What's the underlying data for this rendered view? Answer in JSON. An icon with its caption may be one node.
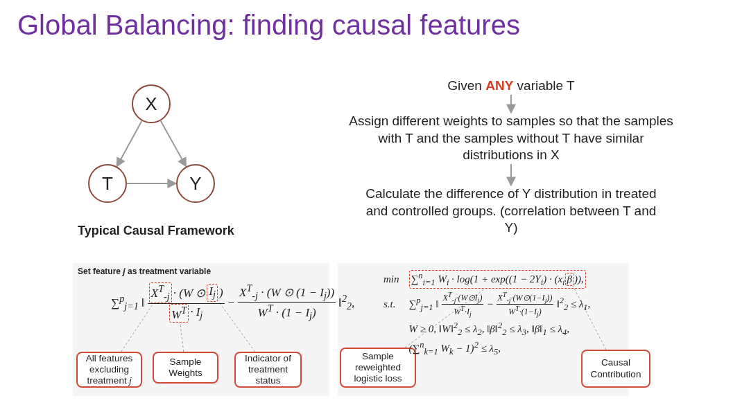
{
  "diagram": {
    "title": "Global Balancing: finding causal features",
    "nodes": [
      {
        "text": [
          "X"
        ]
      },
      {
        "text": [
          "T"
        ]
      },
      {
        "text": [
          "Y"
        ]
      },
      {
        "text": [
          "Given **ANY** variable T"
        ]
      },
      {
        "text": [
          "Assign different weights to samples so that the samples with T and the samples without T have similar distributions in X"
        ]
      },
      {
        "text": [
          "Calculate the difference of Y distribution in treated and controlled groups. (correlation between T and Y)"
        ]
      },
      {
        "text": [
          "X$^{T}$$_{-j}$"
        ]
      },
      {
        "text": [
          "I$_{j}$"
        ]
      },
      {
        "text": [
          "W$^{T}$"
        ]
      },
      {
        "text": [
          "All features excluding treatment *j*"
        ]
      },
      {
        "text": [
          "Sample Weights"
        ]
      },
      {
        "text": [
          "Indicator of treatment status"
        ]
      },
      {
        "text": [
          "∑$^{n}$$_{i=1}$ W$_{i}$ · log(1 + exp((1 − 2Y$_{i}$) · (x$_{i}$",
          ")),"
        ]
      },
      {
        "text": [
          "β"
        ],
        "in": 12
      },
      {
        "text": [
          "Sample reweighted logistic loss"
        ]
      },
      {
        "text": [
          "Causal Contribution"
        ]
      }
    ],
    "edges": [
      {
        "from": 0,
        "to": 1,
        "arrow": "to"
      },
      {
        "from": 0,
        "to": 2,
        "arrow": "to"
      },
      {
        "from": 1,
        "to": 2,
        "arrow": "to"
      },
      {
        "from": 3,
        "to": 4,
        "arrow": "to"
      },
      {
        "from": 4,
        "to": 5,
        "arrow": "to"
      },
      {
        "from": 9,
        "to": 6,
        "arrow": "none",
        "style": "dashed"
      },
      {
        "from": 10,
        "to": 8,
        "arrow": "none",
        "style": "dashed"
      },
      {
        "from": 11,
        "to": 7,
        "arrow": "none",
        "style": "dashed"
      },
      {
        "from": 14,
        "to": 12,
        "arrow": "none",
        "style": "dashed"
      },
      {
        "from": 15,
        "to": 13,
        "arrow": "none",
        "style": "dashed"
      }
    ],
    "labels": [
      "Typical Causal Framework",
      "Set feature *j* as treatment variable",
      "∑$^{p}$$_{j=1}$ ‖",
      "· (W ⊙",
      ")",
      "· I$_{j}$",
      "−",
      "X$^{T}$$_{-j}$ · (W ⊙ (1 − I$_{j}$))",
      "W$^{T}$ · (1 − I$_{j}$)",
      "‖$^{2}$$_{2}$,",
      "min",
      "s.t.",
      "∑$^{p}$$_{j=1}$ ‖",
      "X$^{T}$$_{-j}$·(W⊙I$_{j}$)",
      "W$^{T}$·I$_{j}$",
      "−",
      "X$^{T}$$_{-j}$·(W⊙(1−I$_{j}$))",
      "W$^{T}$·(1−I$_{j}$)",
      "‖$^{2}$$_{2}$ ≤ λ$_{1}$,",
      "W ≥ 0, ‖W‖$^{2}$$_{2}$ ≤ λ$_{2}$, ‖β‖$^{2}$$_{2}$ ≤ λ$_{3}$, ‖β‖$_{1}$ ≤ λ$_{4}$,",
      "(∑$^{n}$$_{k=1}$ W$_{k}$ − 1)$^{2}$ ≤ λ$_{5}$,"
    ]
  }
}
